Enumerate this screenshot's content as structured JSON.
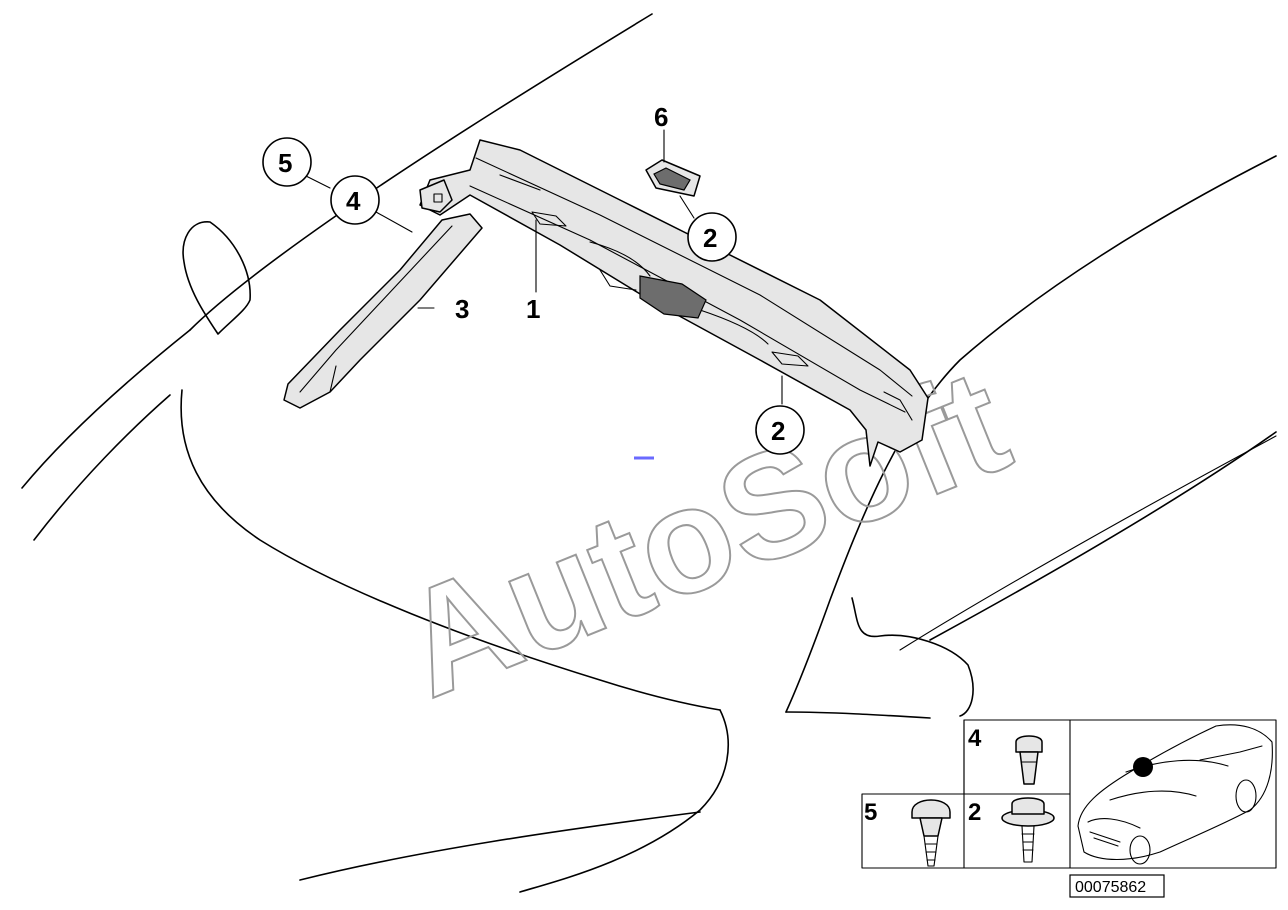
{
  "callouts": [
    {
      "id": "1",
      "label": "1",
      "circled": false
    },
    {
      "id": "2a",
      "label": "2",
      "circled": true
    },
    {
      "id": "2b",
      "label": "2",
      "circled": true
    },
    {
      "id": "3",
      "label": "3",
      "circled": false
    },
    {
      "id": "4",
      "label": "4",
      "circled": true
    },
    {
      "id": "5",
      "label": "5",
      "circled": true
    },
    {
      "id": "6",
      "label": "6",
      "circled": false
    }
  ],
  "legend": {
    "cells": [
      {
        "label": "4",
        "icon": "clip-icon"
      },
      {
        "label": "5",
        "icon": "push-rivet-icon"
      },
      {
        "label": "2",
        "icon": "screw-with-washer-icon"
      }
    ],
    "car_icon": "car-location-icon"
  },
  "watermark": "AutoSoft",
  "diagram_code": "00075862",
  "colors": {
    "line": "#000000",
    "watermark": "#9a9a9a",
    "marker": "#6a6aff"
  }
}
